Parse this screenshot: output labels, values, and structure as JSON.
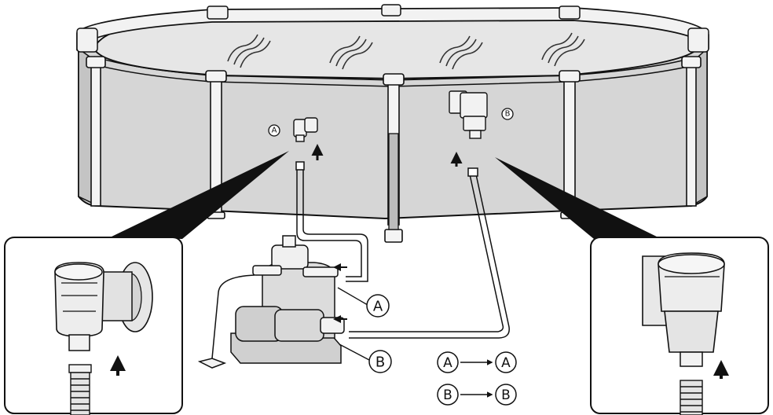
{
  "colors": {
    "ink": "#111111",
    "pool_wall": "#d6d6d6",
    "pool_wall_dark": "#c4c4c4",
    "water": "#e4e4e4",
    "frame": "#f2f2f2",
    "callout_fill": "#111111",
    "panel_bg": "#ffffff"
  },
  "icons": [
    "up-arrow-icon",
    "left-arrow-icon",
    "right-arrow-icon",
    "wave-icon"
  ],
  "labels": {
    "fitting_a_tag": "A",
    "fitting_b_tag": "B",
    "pump_a_tag": "A",
    "pump_b_tag": "B",
    "legend": [
      {
        "from": "A",
        "to": "A"
      },
      {
        "from": "B",
        "to": "B"
      }
    ]
  }
}
